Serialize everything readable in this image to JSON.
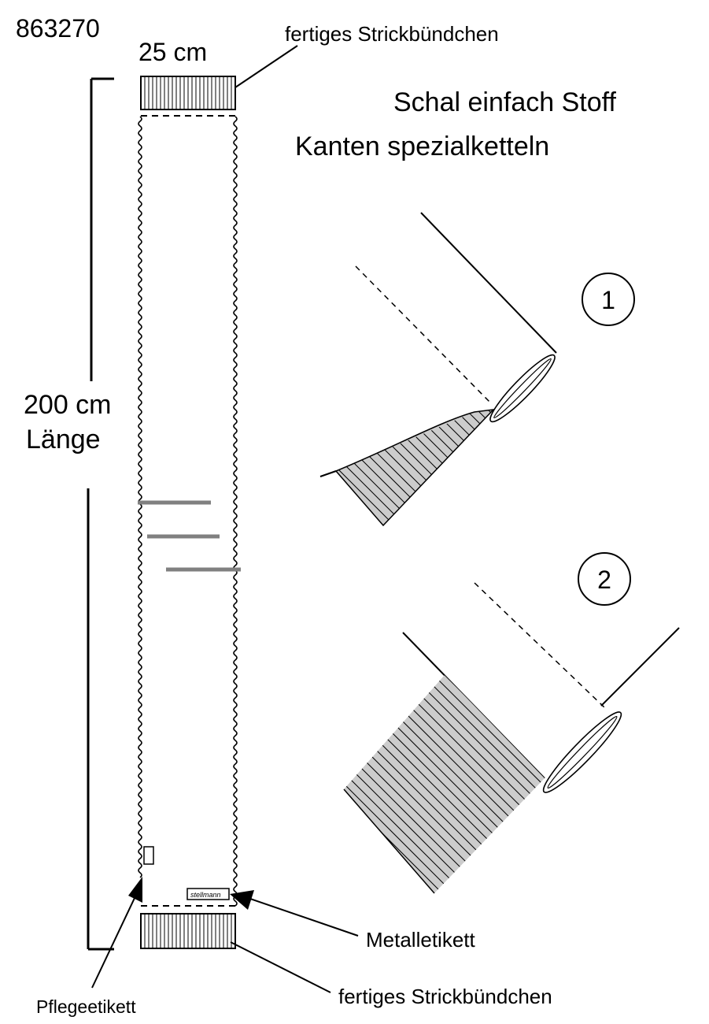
{
  "article_number": "863270",
  "width_label": "25 cm",
  "length_value": "200 cm",
  "length_word": "Länge",
  "title_line1": "Schal einfach Stoff",
  "title_line2": "Kanten spezialketteln",
  "callouts": {
    "top_cuff": "fertiges Strickbündchen",
    "bottom_cuff": "fertiges Strickbündchen",
    "metal_label": "Metalletikett",
    "care_label": "Pflegeetikett"
  },
  "metal_label_text": "stellmann",
  "steps": [
    "1",
    "2"
  ],
  "colors": {
    "line": "#000000",
    "fill": "#cccccc",
    "marker": "#808080"
  }
}
